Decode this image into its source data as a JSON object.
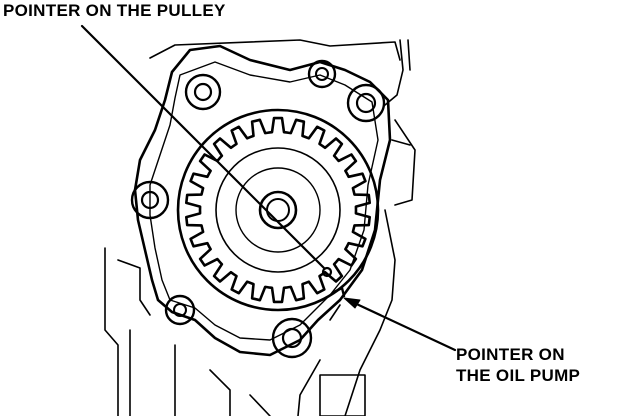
{
  "labels": {
    "pulley_pointer": "POINTER ON THE PULLEY",
    "oil_pump_pointer_line1": "POINTER ON",
    "oil_pump_pointer_line2": "THE OIL PUMP"
  },
  "colors": {
    "ink": "#000000",
    "paper": "#ffffff"
  }
}
